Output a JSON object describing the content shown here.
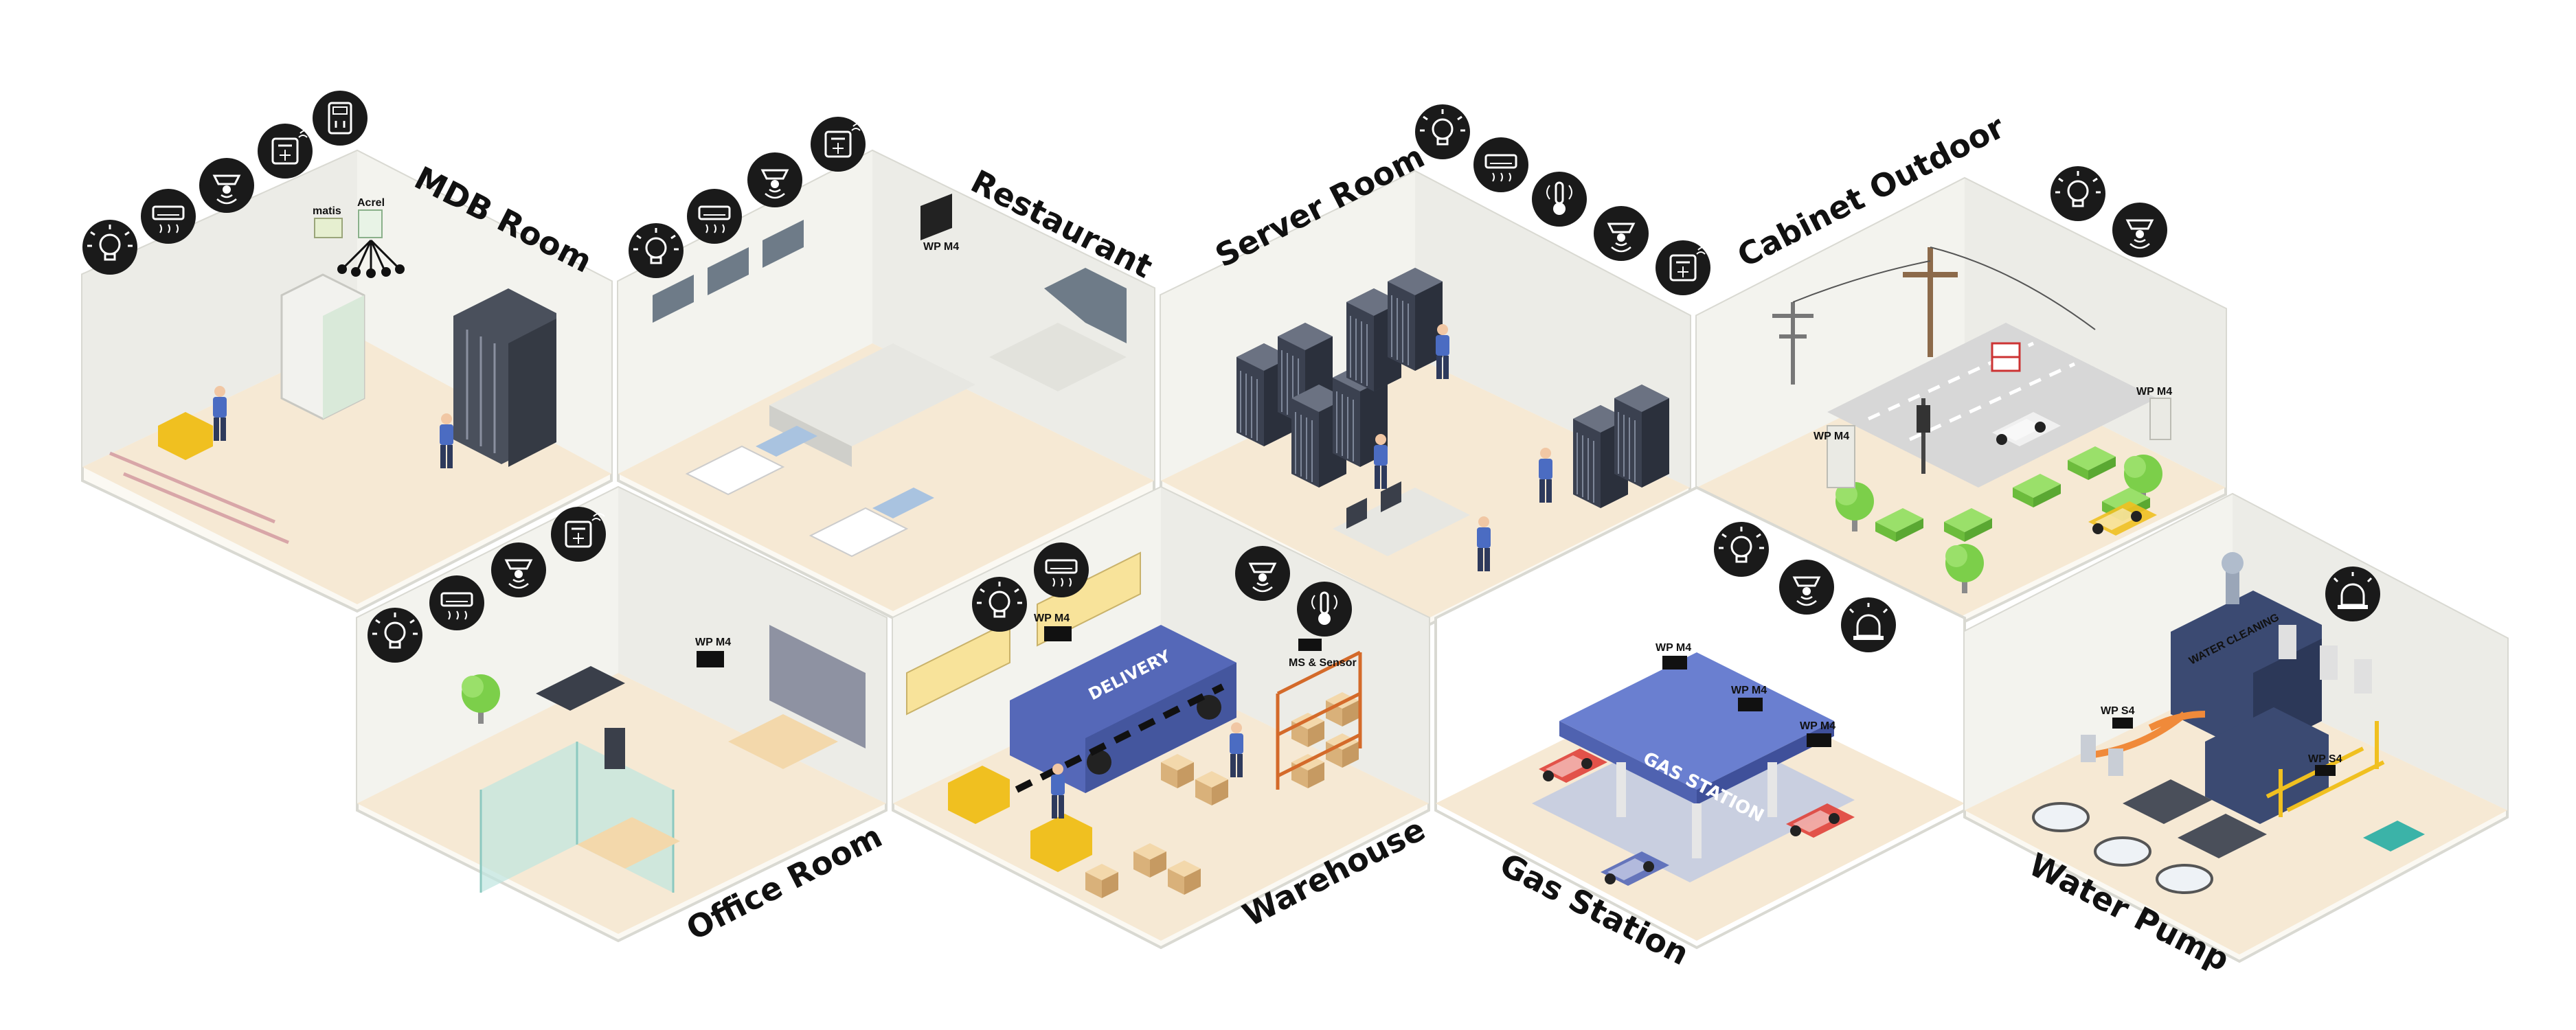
{
  "rooms": {
    "mdb_room": "MDB Room",
    "restaurant": "Restaurant",
    "server_room": "Server Room",
    "cabinet_outdoor": "Cabinet Outdoor",
    "office_room": "Office Room",
    "warehouse": "Warehouse",
    "gas_station": "Gas Station",
    "water_pump": "Water Pump"
  },
  "devices": {
    "matis": "matis",
    "acrel": "Acrel",
    "wpm4": "WP M4",
    "wps4": "WP S4",
    "ms_sensor": "MS & Sensor"
  },
  "signage": {
    "delivery": "DELIVERY",
    "gas_station": "GAS STATION",
    "water_cleaning": "WATER CLEANING"
  },
  "colors": {
    "icon_badge": "#1a1a1a",
    "floor": "#f6e9d4",
    "wall": "#efefea",
    "rack": "#3b4150",
    "van": "#5568b8",
    "forklift": "#f0c020",
    "tree": "#7ccf4a",
    "canopy": "#6a7fd0"
  },
  "icons": {
    "mdb": [
      "light-bulb-icon",
      "air-conditioner-icon",
      "motion-sensor-icon",
      "smart-meter-icon",
      "energy-meter-icon"
    ],
    "restaurant": [
      "light-bulb-icon",
      "air-conditioner-icon",
      "motion-sensor-icon",
      "smart-meter-icon"
    ],
    "server": [
      "light-bulb-icon",
      "air-conditioner-icon",
      "thermometer-icon",
      "motion-sensor-icon",
      "smart-meter-icon"
    ],
    "cabinet": [
      "light-bulb-icon",
      "motion-sensor-icon"
    ],
    "office": [
      "light-bulb-icon",
      "air-conditioner-icon",
      "motion-sensor-icon",
      "smart-meter-icon"
    ],
    "warehouse": [
      "light-bulb-icon",
      "air-conditioner-icon",
      "motion-sensor-icon",
      "thermometer-icon"
    ],
    "gas": [
      "light-bulb-icon",
      "motion-sensor-icon",
      "alarm-siren-icon"
    ],
    "water": [
      "alarm-siren-icon"
    ]
  }
}
